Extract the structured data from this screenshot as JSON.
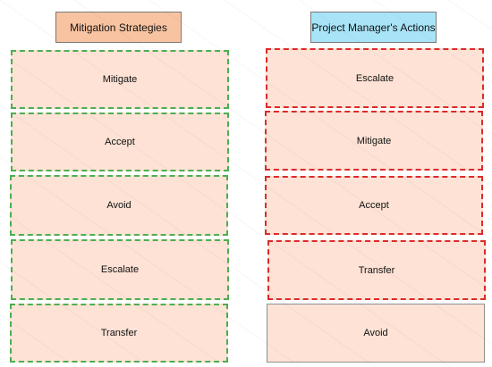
{
  "headers": {
    "left": "Mitigation Strategies",
    "right": "Project Manager's Actions"
  },
  "left_items": [
    "Mitigate",
    "Accept",
    "Avoid",
    "Escalate",
    "Transfer"
  ],
  "right_items": [
    "Escalate",
    "Mitigate",
    "Accept",
    "Transfer",
    "Avoid"
  ],
  "colors": {
    "left_header": "#f8c3a0",
    "right_header": "#a8e4f8",
    "item_fill": "#fde2d5",
    "green_dash": "#4caf50",
    "red_dash": "#dd2a2a"
  }
}
